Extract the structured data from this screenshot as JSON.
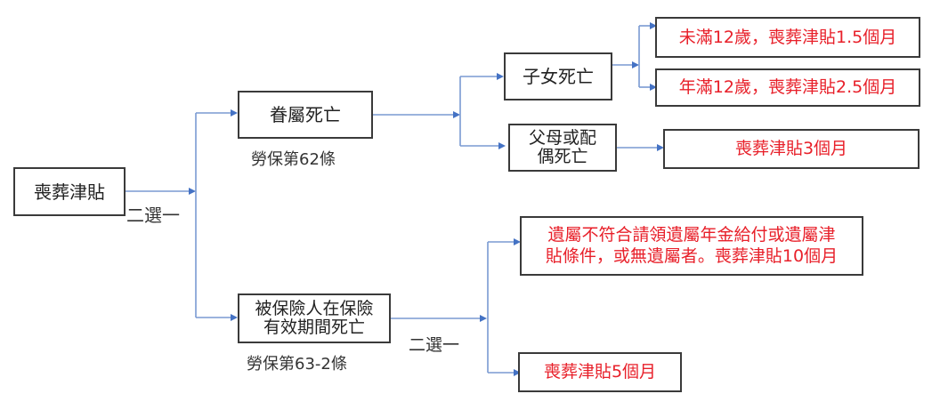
{
  "diagram": {
    "root": {
      "label": "喪葬津貼"
    },
    "root_choice_label": "二選一",
    "branch_family": {
      "label": "眷屬死亡",
      "law_ref": "勞保第62條",
      "children_death": {
        "label": "子女死亡",
        "outcomes": [
          {
            "label": "未滿12歲，喪葬津貼1.5個月"
          },
          {
            "label": "年滿12歲，喪葬津貼2.5個月"
          }
        ]
      },
      "parent_spouse_death": {
        "label_line1": "父母或配",
        "label_line2": "偶死亡",
        "outcome": {
          "label": "喪葬津貼3個月"
        }
      }
    },
    "branch_insured": {
      "label_line1": "被保險人在保險",
      "label_line2": "有效期間死亡",
      "law_ref": "勞保第63-2條",
      "choice_label": "二選一",
      "outcomes": [
        {
          "label_line1": "遺屬不符合請領遺屬年金給付或遺屬津",
          "label_line2": "貼條件，或無遺屬者。喪葬津貼10個月"
        },
        {
          "label": "喪葬津貼5個月"
        }
      ]
    },
    "colors": {
      "connector": "#7a9ad2",
      "arrow": "#4472c4",
      "outcome_text": "#e8202a",
      "box_border": "#3a3a3a"
    }
  }
}
